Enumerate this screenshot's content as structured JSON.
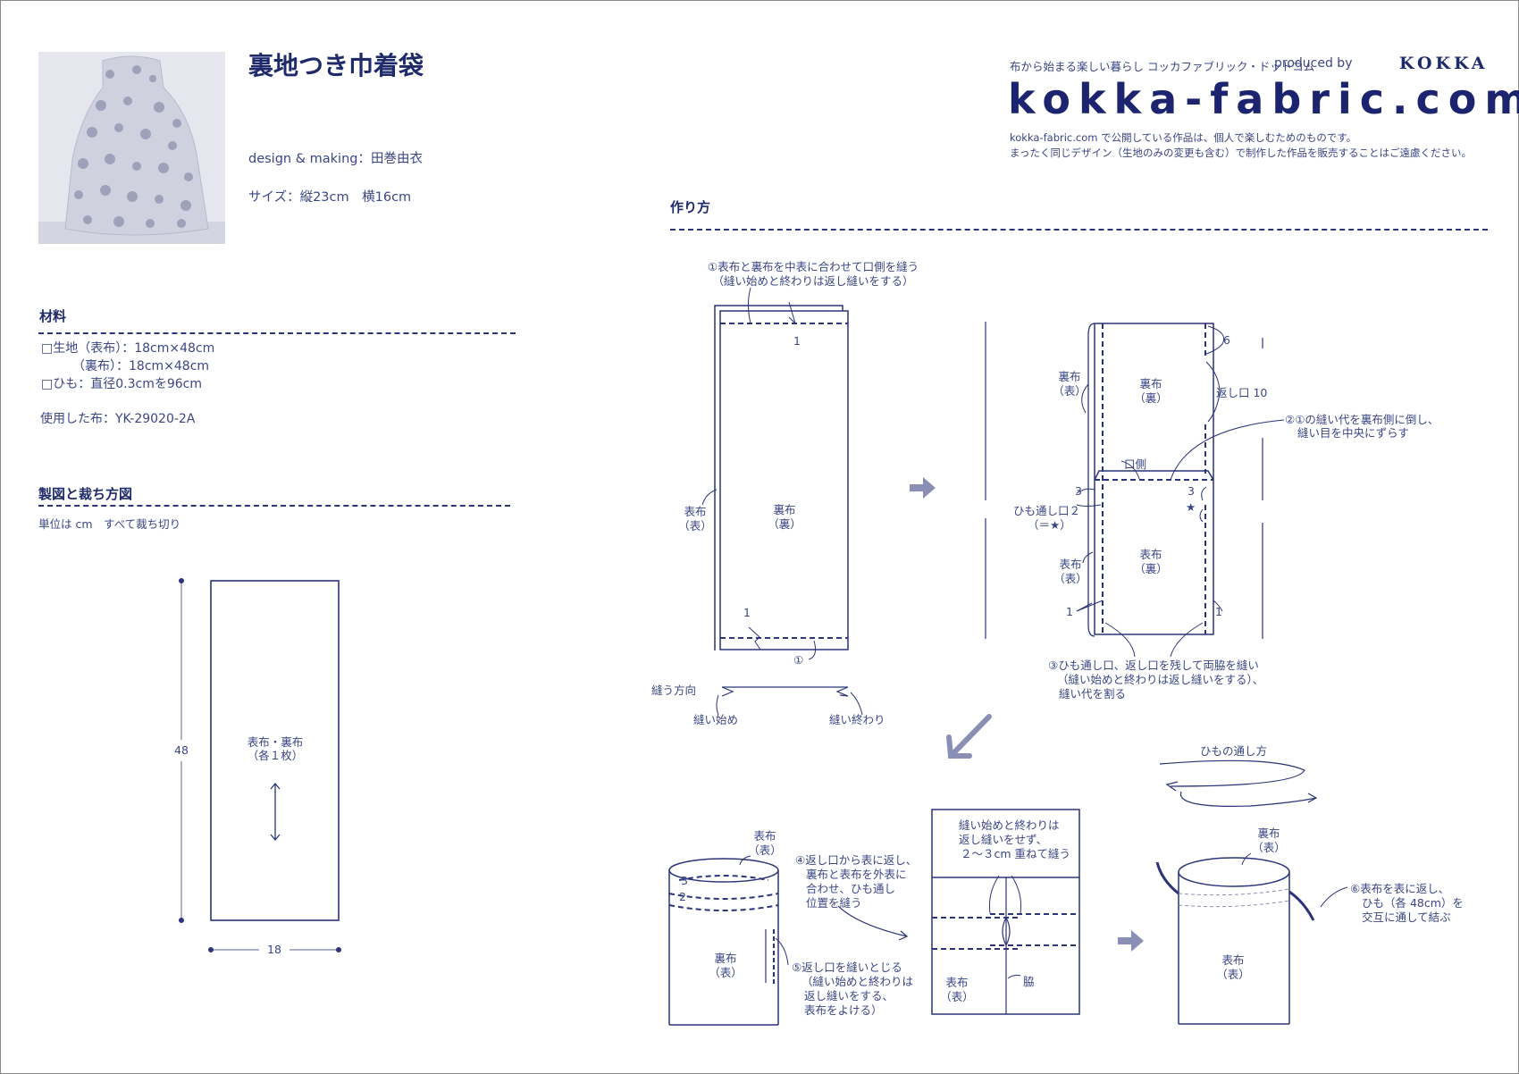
{
  "header": {
    "title": "裏地つき巾着袋",
    "designer_line": "design & making：田巻由衣",
    "size_line": "サイズ：縦23cm　横16cm",
    "photo_alt": "drawstring-bag-photo"
  },
  "brand": {
    "tagline": "布から始まる楽しい暮らし コッカファブリック・ドットコム",
    "produced_by": "produced by",
    "brand_name": "KOKKA",
    "logo_text": "kokka-fabric.com",
    "notice_line1": "kokka-fabric.com で公開している作品は、個人で楽しむためのものです。",
    "notice_line2": "まったく同じデザイン（生地のみの変更も含む）で制作した作品を販売することはご遠慮ください。"
  },
  "materials": {
    "heading": "材料",
    "items": [
      "□生地（表布）：18cm×48cm",
      "　　　（裏布）：18cm×48cm",
      "□ひも：直径0.3cmを96cm"
    ],
    "fabric_used": "使用した布：YK-29020-2A"
  },
  "pattern": {
    "heading": "製図と裁ち方図",
    "units_note": "単位は cm　すべて裁ち切り",
    "piece_label_line1": "表布・裏布",
    "piece_label_line2": "（各１枚）",
    "height_dim": "48",
    "width_dim": "18"
  },
  "instructions": {
    "heading": "作り方",
    "step1": {
      "line1": "①表布と裏布を中表に合わせて口側を縫う",
      "line2": "（縫い始めと終わりは返し縫いをする）",
      "label_outer_1": "表布",
      "label_outer_2": "（表）",
      "label_lining_1": "裏布",
      "label_lining_2": "（裏）",
      "seam_top": "1",
      "seam_bottom": "1",
      "marker": "①"
    },
    "sewing_direction": {
      "label": "縫う方向",
      "start": "縫い始め",
      "end": "縫い終わり"
    },
    "step2": {
      "line1": "②①の縫い代を裏布側に倒し、",
      "line2": "縫い目を中央にずらす",
      "lining_face_1": "裏布",
      "lining_face_2": "（表）",
      "lining_back_1": "裏布",
      "lining_back_2": "（裏）",
      "top_margin": "6",
      "return_opening": "返し口 10",
      "opening_side": "口側",
      "left_3": "3",
      "right_3": "3",
      "cord_opening": "ひも通し口２",
      "cord_opening_eq": "（＝★）",
      "star": "★",
      "outer_face_1": "表布",
      "outer_face_2": "（表）",
      "outer_back_1": "表布",
      "outer_back_2": "（裏）",
      "left_1": "1",
      "right_1": "1"
    },
    "step3": {
      "line1": "③ひも通し口、返し口を残して両脇を縫い",
      "line2": "（縫い始めと終わりは返し縫いをする）、",
      "line3": "縫い代を割る"
    },
    "step4": {
      "outer_1": "表布",
      "outer_2": "（表）",
      "num_3": "3",
      "num_2": "2",
      "line1": "④返し口から表に返し、",
      "line2": "裏布と表布を外表に",
      "line3": "合わせ、ひも通し",
      "line4": "位置を縫う",
      "lining_1": "裏布",
      "lining_2": "（表）"
    },
    "step5": {
      "line1": "⑤返し口を縫いとじる",
      "line2": "（縫い始めと終わりは",
      "line3": "返し縫いをする、",
      "line4": "表布をよける）"
    },
    "detail": {
      "line1": "縫い始めと終わりは",
      "line2": "返し縫いをせず、",
      "line3": "２～３cm 重ねて縫う",
      "side_label": "脇",
      "outer_1": "表布",
      "outer_2": "（表）"
    },
    "cord_method": {
      "title": "ひもの通し方"
    },
    "step6": {
      "lining_1": "裏布",
      "lining_2": "（表）",
      "line1": "⑥表布を表に返し、",
      "line2": "ひも（各 48cm）を",
      "line3": "交互に通して結ぶ",
      "outer_1": "表布",
      "outer_2": "（表）"
    }
  },
  "colors": {
    "ink": "#2a3478",
    "text": "#3a4685",
    "title": "#1f2a6b",
    "arrow": "#8a90b5"
  }
}
